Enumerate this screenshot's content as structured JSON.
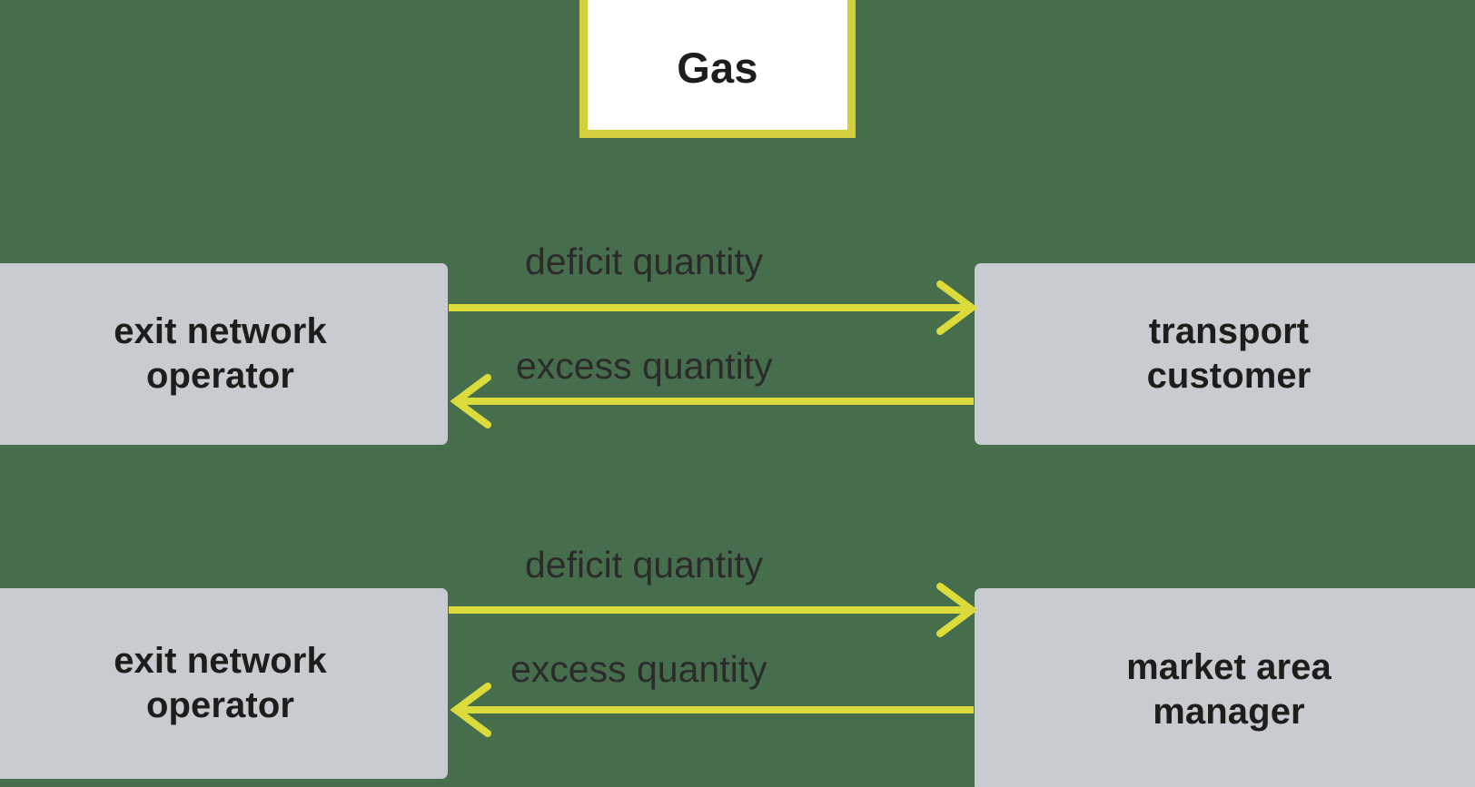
{
  "diagram": {
    "type": "flow-diagram",
    "background_color": "#476e4c",
    "title": {
      "text": "Gas",
      "fill_color": "#ffffff",
      "border_color": "#d2ce3c",
      "text_color": "#1d1d1b"
    },
    "node_style": {
      "fill_color": "#c8cbd0",
      "text_color": "#1d1d1b"
    },
    "arrow_color": "#dcdb3c",
    "label_color": "#2b2b2b",
    "nodes": [
      {
        "id": "exit-network-operator-top",
        "label": "exit network\noperator",
        "line1": "exit network",
        "line2": "operator"
      },
      {
        "id": "transport-customer",
        "label": "transport\ncustomer",
        "line1": "transport",
        "line2": "customer"
      },
      {
        "id": "exit-network-operator-bottom",
        "label": "exit network\noperator",
        "line1": "exit network",
        "line2": "operator"
      },
      {
        "id": "market-area-manager",
        "label": "market area\nmanager",
        "line1": "market area",
        "line2": "manager"
      }
    ],
    "flows": [
      {
        "id": "top-deficit",
        "label": "deficit quantity",
        "from": "exit-network-operator-top",
        "to": "transport-customer",
        "direction": "right"
      },
      {
        "id": "top-excess",
        "label": "excess quantity",
        "from": "transport-customer",
        "to": "exit-network-operator-top",
        "direction": "left"
      },
      {
        "id": "bot-deficit",
        "label": "deficit quantity",
        "from": "exit-network-operator-bottom",
        "to": "market-area-manager",
        "direction": "right"
      },
      {
        "id": "bot-excess",
        "label": "excess quantity",
        "from": "market-area-manager",
        "to": "exit-network-operator-bottom",
        "direction": "left"
      }
    ]
  }
}
